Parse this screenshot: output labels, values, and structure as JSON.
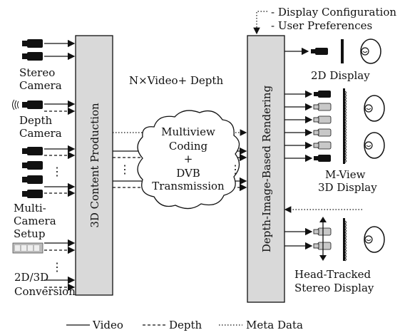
{
  "inputs": {
    "stereo": [
      "Stereo",
      "Camera"
    ],
    "depth": [
      "Depth",
      "Camera"
    ],
    "multi": [
      "Multi-",
      "Camera",
      "Setup"
    ],
    "conv": [
      "2D/3D",
      "Conversion"
    ]
  },
  "blocks": {
    "production": "3D Content Production",
    "rendering": "Depth-Image-Based Rendering"
  },
  "cloud": [
    "Multiview",
    "Coding",
    "+",
    "DVB",
    "Transmission"
  ],
  "transport_label": "N×Video+ Depth",
  "config_items": [
    "- Display Configuration",
    "- User Preferences"
  ],
  "outputs": {
    "d2": "2D Display",
    "mview": [
      "M-View",
      "3D Display"
    ],
    "head": [
      "Head-Tracked",
      "Stereo Display"
    ]
  },
  "legend": {
    "video": "Video",
    "depth": "Depth",
    "meta": "Meta Data"
  },
  "colors": {
    "block_fill": "#d9d9d9",
    "camera_fill": "#111111",
    "camera_light": "#c8c8c8"
  }
}
